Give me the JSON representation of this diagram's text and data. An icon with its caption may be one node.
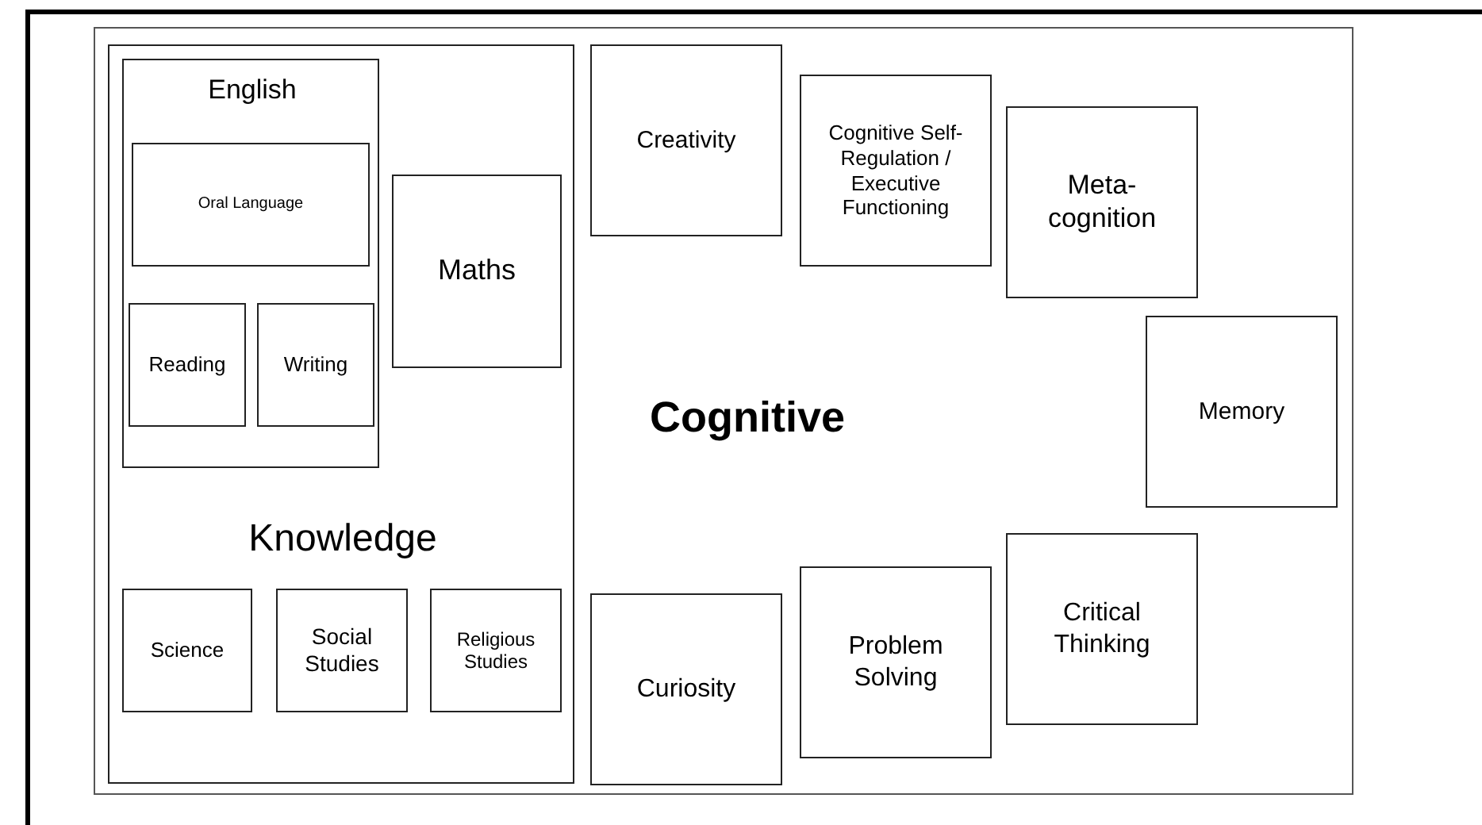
{
  "diagram": {
    "nodes": [
      {
        "text": [
          "Cognitive"
        ]
      },
      {
        "text": [
          "Knowledge"
        ],
        "in": 0
      },
      {
        "text": [
          "English"
        ],
        "in": 1
      },
      {
        "text": [
          "Oral Language"
        ],
        "in": 2
      },
      {
        "text": [
          "Reading"
        ],
        "in": 2
      },
      {
        "text": [
          "Writing"
        ],
        "in": 2
      },
      {
        "text": [
          "Maths"
        ],
        "in": 1
      },
      {
        "text": [
          "Science"
        ],
        "in": 1
      },
      {
        "text": [
          "Social Studies"
        ],
        "in": 1
      },
      {
        "text": [
          "Religious Studies"
        ],
        "in": 1
      },
      {
        "text": [
          "Creativity"
        ],
        "in": 0
      },
      {
        "text": [
          "Cognitive Self-Regulation / Executive Functioning"
        ],
        "in": 0
      },
      {
        "text": [
          "Meta- cognition"
        ],
        "in": 0
      },
      {
        "text": [
          "Memory"
        ],
        "in": 0
      },
      {
        "text": [
          "Critical Thinking"
        ],
        "in": 0
      },
      {
        "text": [
          "Problem Solving"
        ],
        "in": 0
      },
      {
        "text": [
          "Curiosity"
        ],
        "in": 0
      }
    ]
  }
}
